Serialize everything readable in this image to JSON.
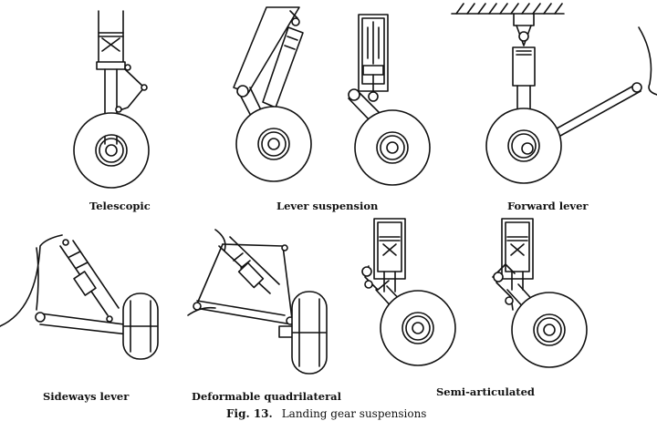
{
  "labels": {
    "telescopic": "Telescopic",
    "lever_suspension": "Lever suspension",
    "forward_lever": "Forward lever",
    "sideways_lever": "Sideways lever",
    "deformable_quadrilateral": "Deformable quadrilateral",
    "semi_articulated": "Semi-articulated"
  },
  "caption": {
    "number": "Fig. 13.",
    "text": "Landing gear suspensions"
  },
  "colors": {
    "ink": "#111111",
    "background": "#ffffff"
  }
}
